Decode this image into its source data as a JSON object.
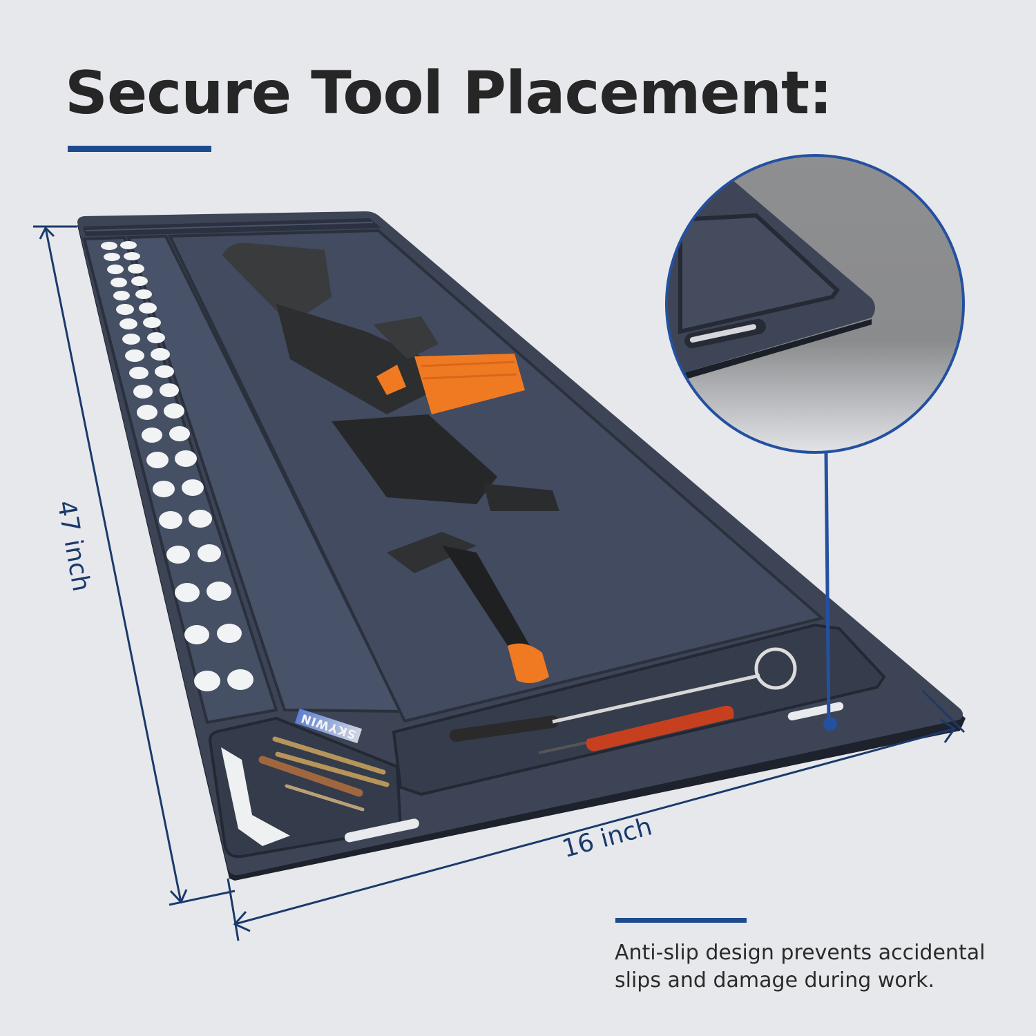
{
  "header": {
    "title": "Secure Tool Placement:",
    "underline_color": "#1f4b8e"
  },
  "dimensions": {
    "length_label": "47 inch",
    "width_label": "16 inch",
    "line_color": "#1b3a6b"
  },
  "product": {
    "name": "gun cleaning mat",
    "brand_label": "SKYWIN",
    "mat_color": "#3c4456",
    "detail_callout": "corner edge close-up showing raised lip and hanging slot",
    "items_on_mat": [
      "rifle",
      "bore brush",
      "cleaning rods",
      "precision screwdriver",
      "chamber brush",
      "multi-tool"
    ],
    "accent_color": "#f07a22"
  },
  "caption": {
    "text": "Anti-slip design prevents accidental slips and damage during work.",
    "bar_color": "#1f4b8e"
  },
  "colors": {
    "background": "#e6e8ec",
    "callout_ring": "#2450a0"
  }
}
